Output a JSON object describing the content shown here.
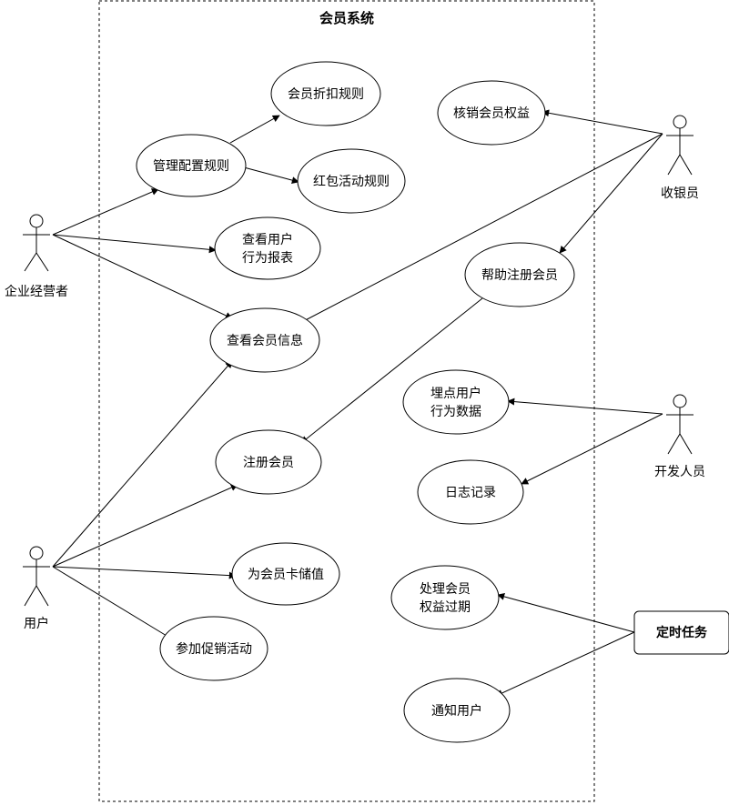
{
  "system": {
    "title": "会员系统"
  },
  "actors": {
    "enterprise_operator": "企业经营者",
    "cashier": "收银员",
    "developer": "开发人员",
    "user": "用户"
  },
  "task": {
    "scheduled_task": "定时任务"
  },
  "use_cases": {
    "member_discount_rules": "会员折扣规则",
    "verify_member_benefits": "核销会员权益",
    "manage_config_rules": "管理配置规则",
    "red_packet_rules": "红包活动规则",
    "view_user_report": [
      "查看用户",
      "行为报表"
    ],
    "help_register_member": "帮助注册会员",
    "view_member_info": "查看会员信息",
    "tracking_user_data": [
      "埋点用户",
      "行为数据"
    ],
    "register_member": "注册会员",
    "log_record": "日志记录",
    "card_topup": "为会员卡储值",
    "handle_benefit_expiry": [
      "处理会员",
      "权益过期"
    ],
    "join_promotion": "参加促销活动",
    "notify_user": "通知用户"
  }
}
